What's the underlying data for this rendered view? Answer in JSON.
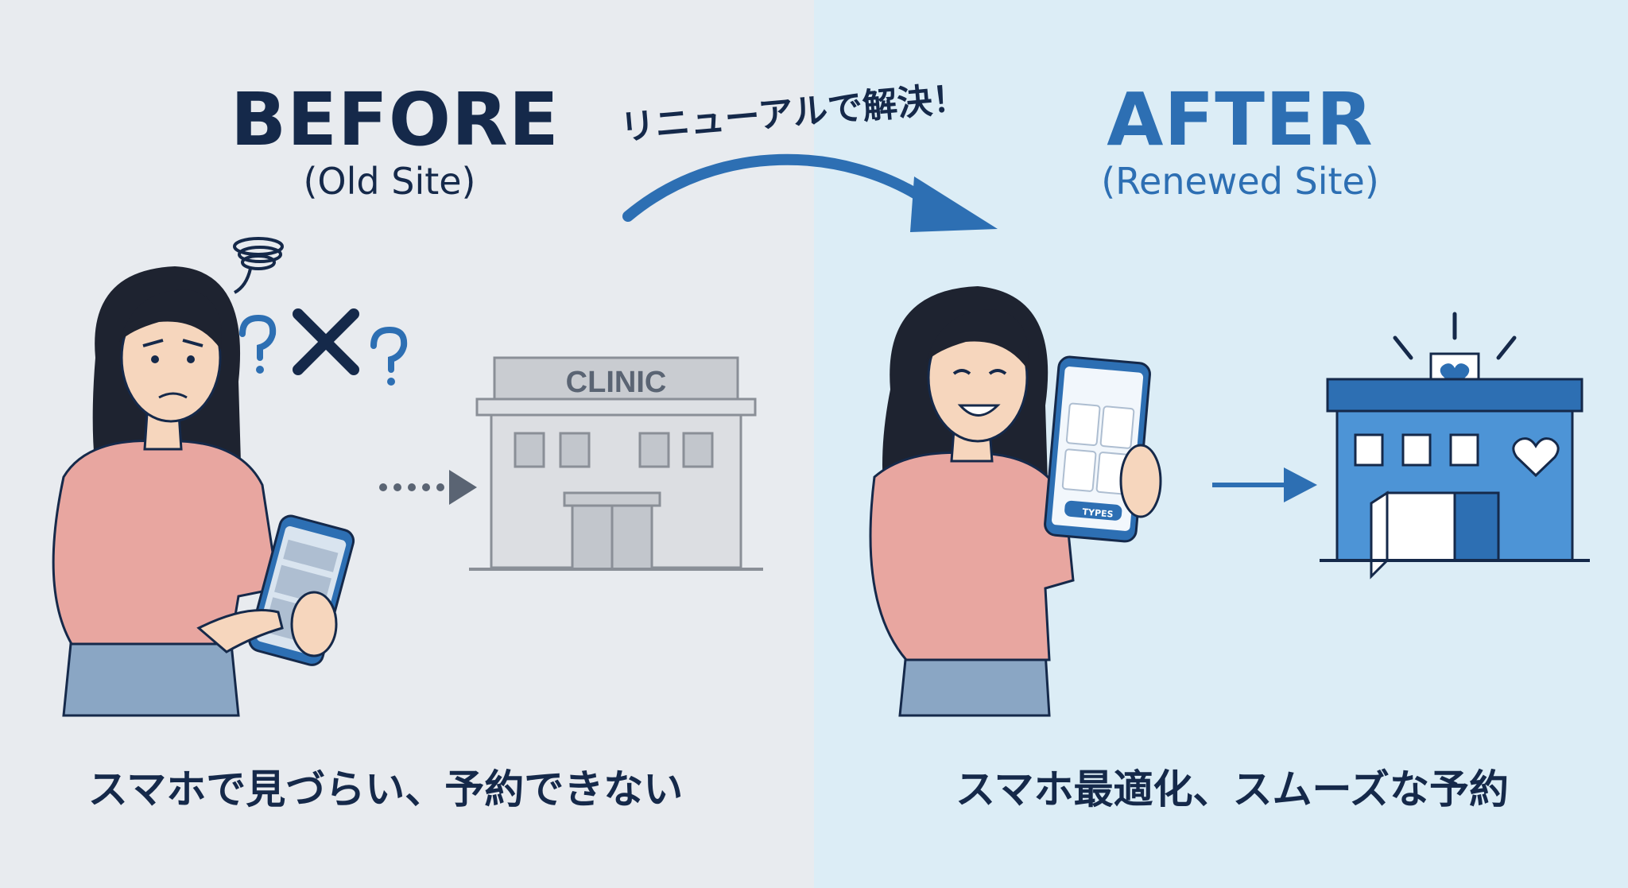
{
  "before": {
    "title": "BEFORE",
    "subtitle": "(Old Site)",
    "caption": "スマホで見づらい、予約できない",
    "clinic_sign": "CLINIC"
  },
  "transition": {
    "label": "リニューアルで解決！"
  },
  "after": {
    "title": "AFTER",
    "subtitle": "(Renewed Site)",
    "caption": "スマホ最適化、スムーズな予約",
    "phone_button": "TYPES"
  },
  "colors": {
    "navy": "#15294a",
    "blue": "#2d6fb3",
    "light_blue": "#4d94d6",
    "pink_shirt": "#e8a6a0",
    "jeans": "#8aa6c4",
    "gray_building": "#c9ccd1"
  }
}
